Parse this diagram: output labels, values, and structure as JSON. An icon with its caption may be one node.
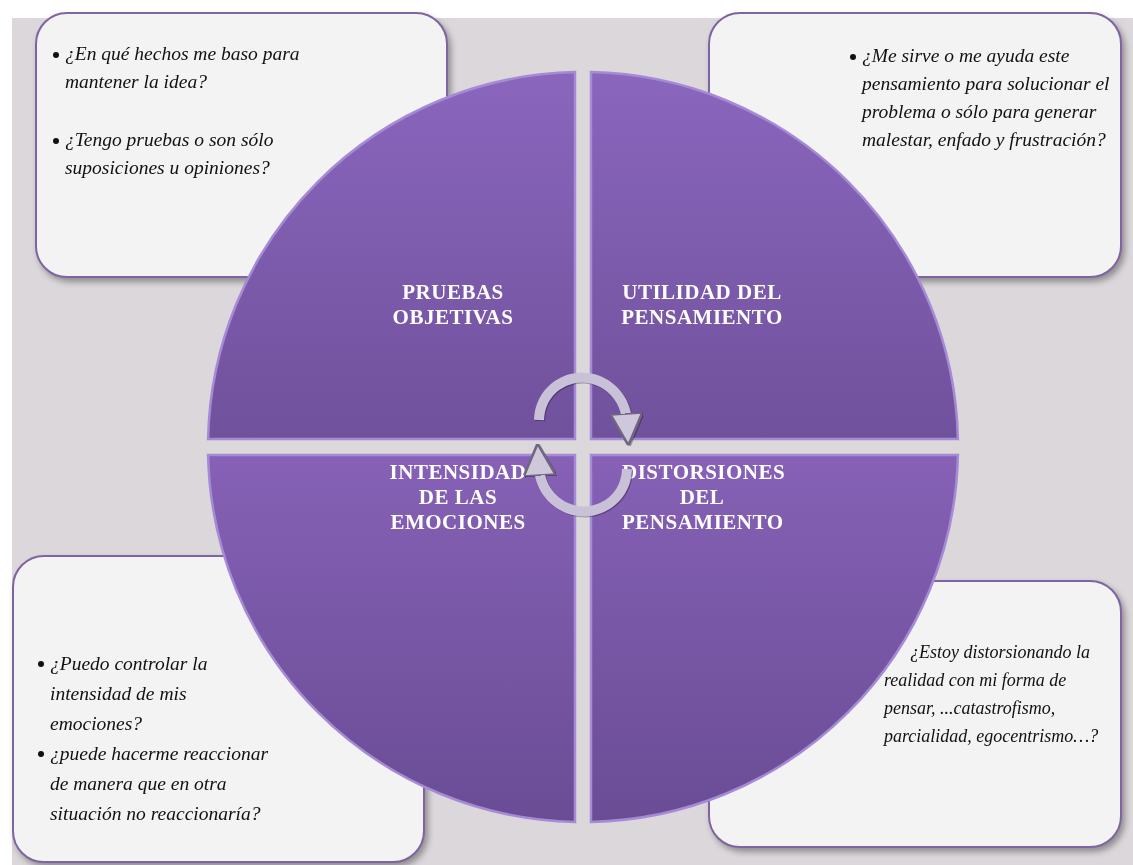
{
  "diagram": {
    "nodes": [
      {
        "text": [
          "¿En qué hechos me baso para mantener la idea?",
          "¿Tengo pruebas o son sólo suposiciones u opiniones?"
        ]
      },
      {
        "text": [
          "¿Me sirve o me ayuda este pensamiento para solucionar el problema o sólo para generar malestar, enfado y frustración?"
        ]
      },
      {
        "text": [
          "PRUEBAS OBJETIVAS"
        ]
      },
      {
        "text": [
          "UTILIDAD DEL PENSAMIENTO"
        ]
      },
      {
        "text": [
          "INTENSIDAD DE LAS EMOCIONES"
        ]
      },
      {
        "text": [
          "DISTORSIONES DEL PENSAMIENTO"
        ]
      },
      {
        "text": [
          "¿Puedo controlar la intensidad de mis emociones?",
          "¿puede hacerme reaccionar de manera que en otra situación no reaccionaría?"
        ]
      },
      {
        "text": [
          "¿Estoy distorsionando la realidad con mi forma de pensar, ...catastrofismo, parcialidad, egocentrismo…?"
        ]
      }
    ],
    "edges": [
      {
        "from": 2,
        "to": 3,
        "arrow": "to"
      },
      {
        "from": 5,
        "to": 4,
        "arrow": "to"
      }
    ]
  }
}
